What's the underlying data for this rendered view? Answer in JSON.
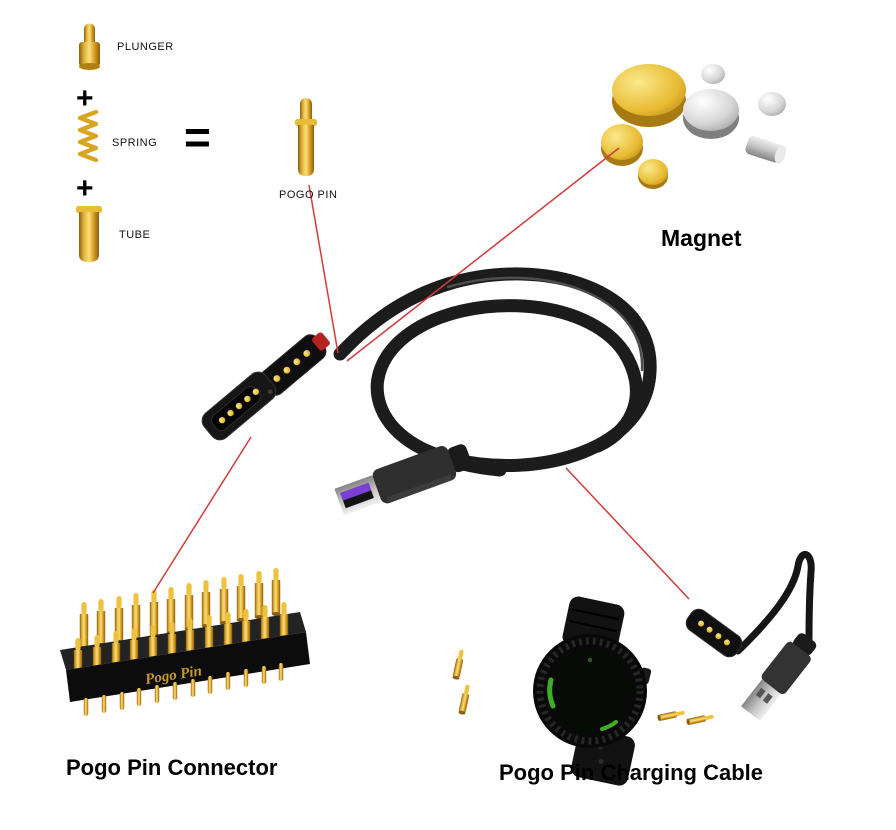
{
  "labels": {
    "plunger": "PLUNGER",
    "spring": "SPRING",
    "tube": "TUBE",
    "plus": "+",
    "equals": "=",
    "pogo_pin": "POGO PIN",
    "magnet": "Magnet",
    "engraved_brand": "Pogo Pin",
    "connector_title": "Pogo Pin Connector",
    "charging_cable_title": "Pogo Pin Charging Cable"
  },
  "colors": {
    "gold": "#d9a51f",
    "silver": "#c8c8c8",
    "cable_black": "#1c1c1c",
    "annotation_red": "#d23b3b",
    "usb_tongue_purple": "#7b3fd4",
    "watch_glow_green": "#3fae27",
    "background": "#ffffff"
  }
}
